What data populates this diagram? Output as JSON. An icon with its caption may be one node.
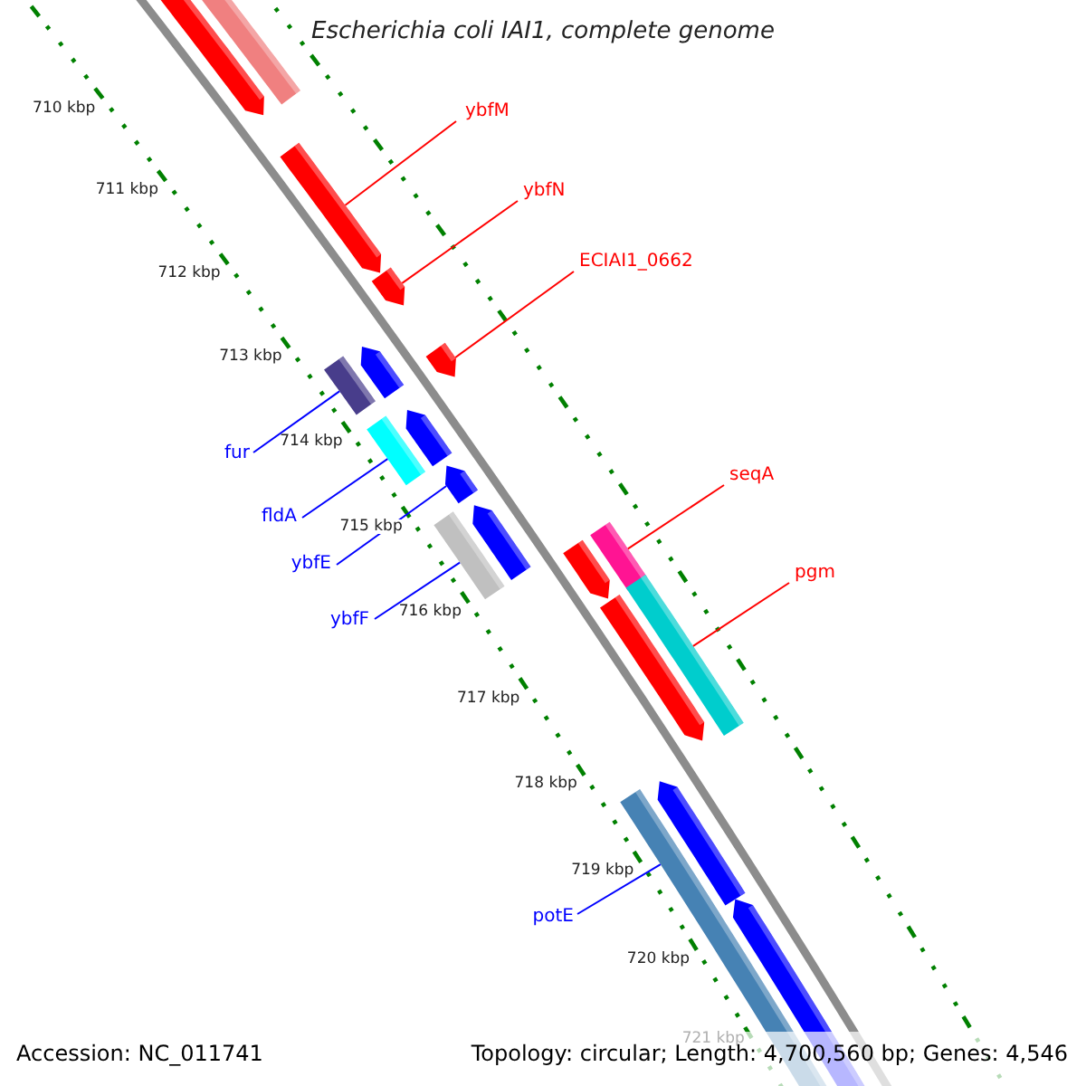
{
  "diagram": {
    "title": "Escherichia coli IAI1, complete genome",
    "nodes": [
      {
        "text": [
          "ybfM"
        ]
      },
      {
        "text": [
          "ybfN"
        ]
      },
      {
        "text": [
          "ECIAI1_0662"
        ]
      },
      {
        "text": [
          "fur"
        ]
      },
      {
        "text": [
          "fldA"
        ]
      },
      {
        "text": [
          "ybfE"
        ]
      },
      {
        "text": [
          "ybfF"
        ]
      },
      {
        "text": [
          "seqA"
        ]
      },
      {
        "text": [
          "pgm"
        ]
      },
      {
        "text": [
          "potE"
        ]
      },
      {
        "text": [],
        "shape": "bar"
      },
      {
        "text": [],
        "shape": "bar"
      },
      {
        "text": [],
        "shape": "bar"
      },
      {
        "text": [],
        "shape": "bar"
      },
      {
        "text": [],
        "shape": "bar"
      },
      {
        "text": [],
        "shape": "bar"
      },
      {
        "text": [],
        "shape": "bar"
      },
      {
        "text": [],
        "shape": "bar"
      },
      {
        "text": [],
        "shape": "bar"
      },
      {
        "text": [],
        "shape": "bar"
      }
    ],
    "edges": [
      {
        "from": 0,
        "to": 10,
        "arrow": "none",
        "color": "#ff0000"
      },
      {
        "from": 1,
        "to": 11,
        "arrow": "none",
        "color": "#ff0000"
      },
      {
        "from": 2,
        "to": 12,
        "arrow": "none",
        "color": "#ff0000"
      },
      {
        "from": 3,
        "to": 13,
        "arrow": "none",
        "color": "#0000ff"
      },
      {
        "from": 4,
        "to": 14,
        "arrow": "none",
        "color": "#0000ff"
      },
      {
        "from": 5,
        "to": 15,
        "arrow": "none",
        "color": "#0000ff"
      },
      {
        "from": 6,
        "to": 16,
        "arrow": "none",
        "color": "#0000ff"
      },
      {
        "from": 7,
        "to": 17,
        "arrow": "none",
        "color": "#ff0000"
      },
      {
        "from": 8,
        "to": 18,
        "arrow": "none",
        "color": "#ff0000"
      },
      {
        "from": 9,
        "to": 19,
        "arrow": "none",
        "color": "#0000ff"
      }
    ],
    "labels": [
      "710 kbp",
      "711 kbp",
      "712 kbp",
      "713 kbp",
      "714 kbp",
      "715 kbp",
      "716 kbp",
      "717 kbp",
      "718 kbp",
      "719 kbp",
      "720 kbp",
      "721 kbp",
      "Accession: NC_011741",
      "Topology: circular; Length: 4,700,560 bp; Genes: 4,546"
    ]
  }
}
